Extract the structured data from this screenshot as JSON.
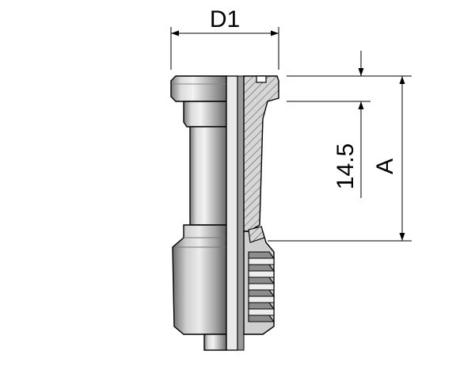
{
  "dimensions": {
    "flange_diameter_label": "D1",
    "height_value_label": "14.5",
    "overall_length_label": "A"
  },
  "colors": {
    "line": "#000000",
    "metal_light": "#e6e6e6",
    "metal_mid": "#b4b4b4",
    "metal_dark": "#6e6e6e",
    "section_fill": "#d2d2d2"
  }
}
